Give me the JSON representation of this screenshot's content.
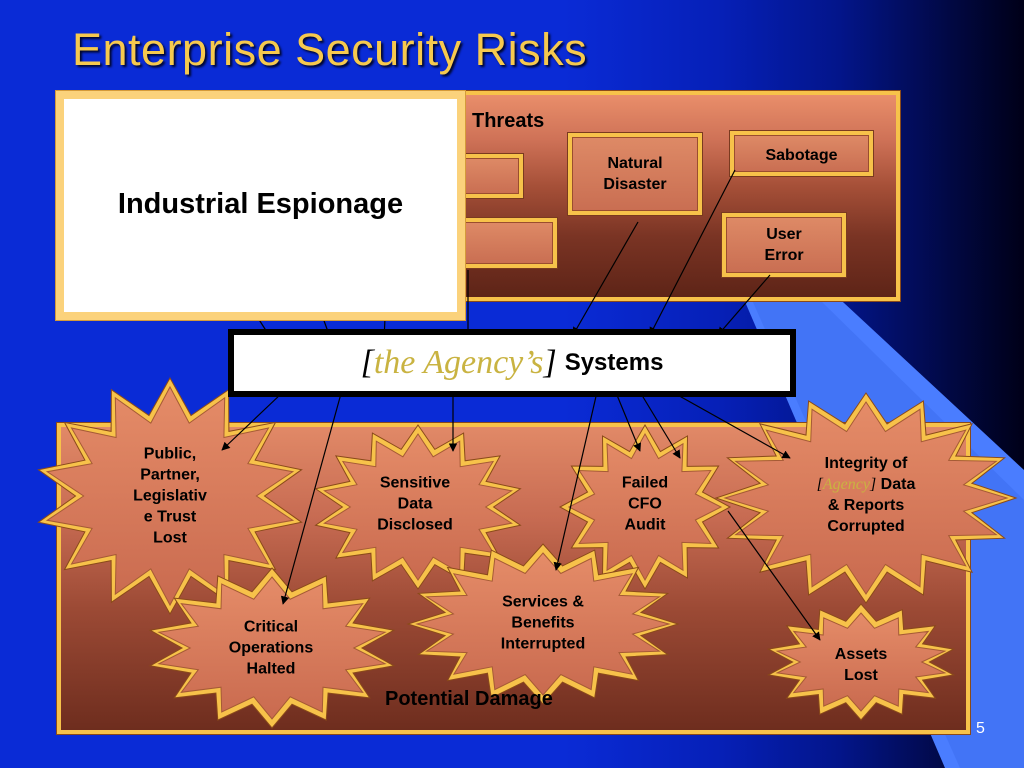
{
  "slide": {
    "title": "Enterprise Security Risks",
    "page_number": "5"
  },
  "threats": {
    "label": "Threats",
    "boxes": {
      "natural_disaster": "Natural\nDisaster",
      "sabotage": "Sabotage",
      "user_error": "User\nError"
    },
    "overlay_card": "Industrial Espionage"
  },
  "systems": {
    "open_bracket": "[",
    "agency": "the Agency’s",
    "close_bracket": "]",
    "label": "Systems"
  },
  "damage": {
    "label": "Potential Damage",
    "items": {
      "public_trust": "Public,\nPartner,\nLegislativ\ne Trust\nLost",
      "sensitive_data": "Sensitive\nData\nDisclosed",
      "failed_cfo": "Failed\nCFO\nAudit",
      "integrity_prefix": "Integrity of",
      "integrity_agency": "Agency",
      "integrity_suffix": "Data\n& Reports\nCorrupted",
      "critical_ops": "Critical\nOperations\nHalted",
      "services": "Services &\nBenefits\nInterrupted",
      "assets": "Assets\nLost"
    }
  },
  "colors": {
    "title": "#f6c94e",
    "frame": "#f7c24a",
    "agency_text": "#c9b341",
    "burst_fill": "#d97a5c"
  }
}
